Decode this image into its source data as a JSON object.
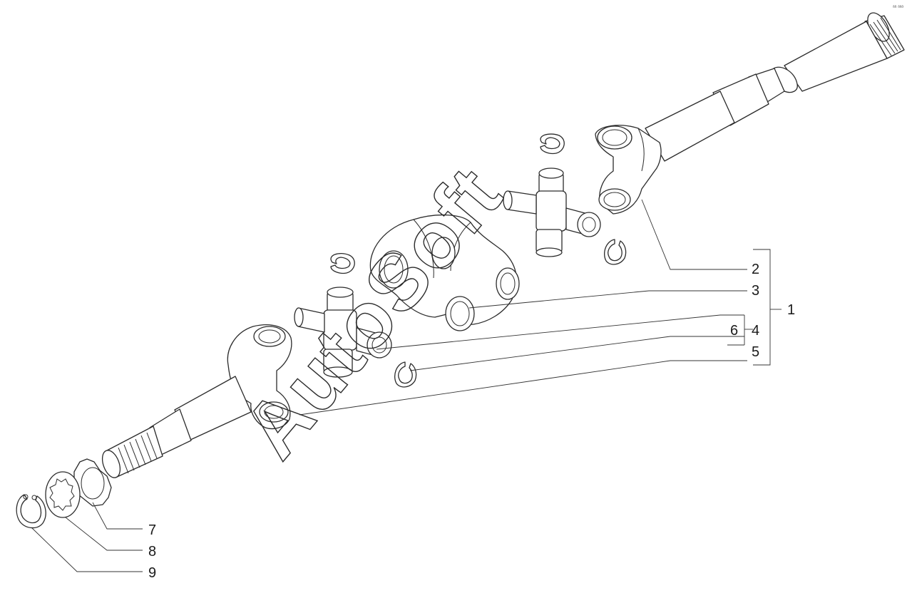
{
  "callouts": {
    "c1": "1",
    "c2": "2",
    "c3": "3",
    "c4": "4",
    "c5": "5",
    "c6": "6",
    "c7": "7",
    "c8": "8",
    "c9": "9"
  },
  "watermark": "AutoSoft",
  "corner_mark": "ᵃᵃ ᵃᵃᵃ",
  "colors": {
    "line": "#2b2b2b",
    "background": "#ffffff"
  }
}
